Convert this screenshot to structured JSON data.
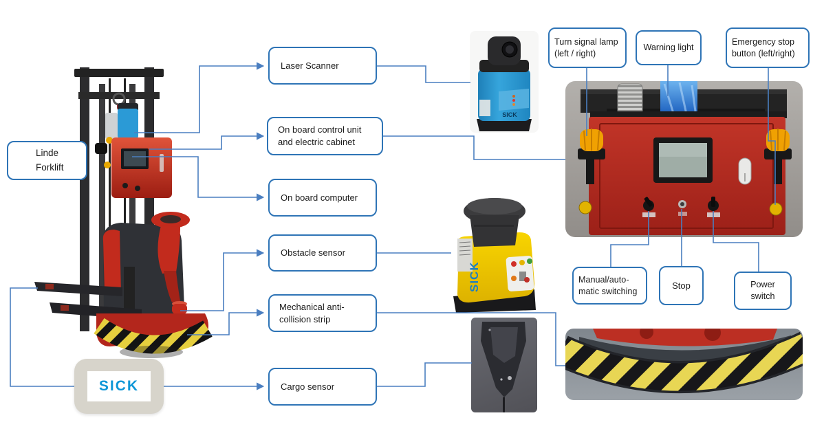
{
  "colors": {
    "connector": "#4a7ec0",
    "box_border": "#2e74b6",
    "sick_blue": "#0f97d7",
    "cabinet_red": "#b3261c",
    "sensor_yellow": "#f2c500",
    "scanner_blue": "#2b9ad6",
    "beacon_orange": "#f0a000"
  },
  "vehicle_label": {
    "lines": [
      "Linde",
      "Forklift"
    ]
  },
  "component_boxes": [
    {
      "id": "laser-scanner",
      "label": "Laser Scanner"
    },
    {
      "id": "control-unit",
      "label": "On board control unit and electric cabinet"
    },
    {
      "id": "onboard-computer",
      "label": "On board computer"
    },
    {
      "id": "obstacle-sensor",
      "label": "Obstacle sensor"
    },
    {
      "id": "anti-collision",
      "label": "Mechanical anti-collision strip"
    },
    {
      "id": "cargo-sensor",
      "label": "Cargo sensor"
    }
  ],
  "cabinet_top_labels": [
    {
      "id": "turn-signal",
      "label": "Turn signal lamp (left / right)"
    },
    {
      "id": "warning-light",
      "label": "Warning light"
    },
    {
      "id": "emergency-stop",
      "label": "Emergency stop button (left/right)"
    }
  ],
  "cabinet_bottom_labels": [
    {
      "id": "manual-auto",
      "label": "Manual/auto-matic switching"
    },
    {
      "id": "stop",
      "label": "Stop"
    },
    {
      "id": "power-switch",
      "label": "Power switch"
    }
  ],
  "brand": {
    "logo_text": "SICK"
  },
  "photo_text": {
    "laser_scanner_brand": "SICK",
    "obstacle_sensor_brand": "SICK"
  }
}
